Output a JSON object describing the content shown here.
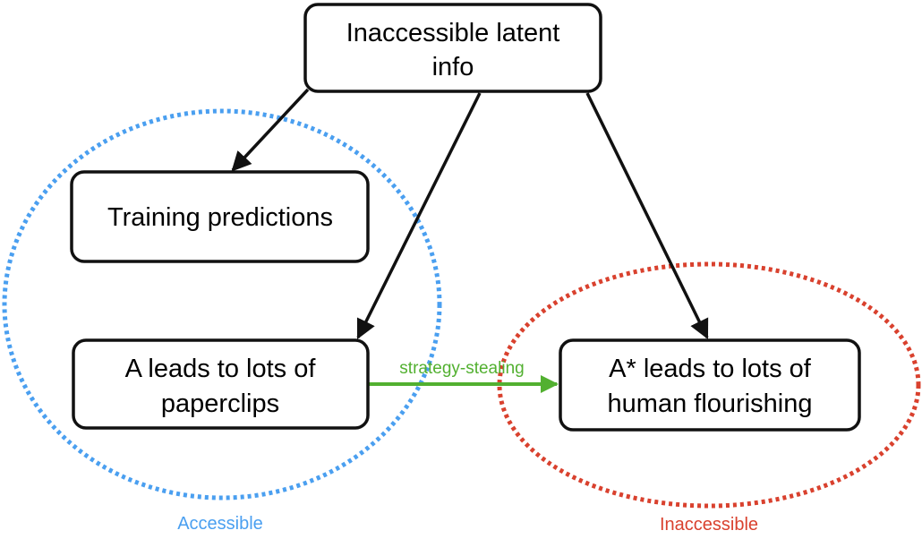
{
  "nodes": {
    "latent": {
      "line1": "Inaccessible latent",
      "line2": "info"
    },
    "training": {
      "line1": "Training predictions"
    },
    "paperclips": {
      "line1": "A leads to lots of",
      "line2": "paperclips"
    },
    "flourishing": {
      "line1": "A* leads to lots of",
      "line2": "human flourishing"
    }
  },
  "regions": {
    "accessible": {
      "label": "Accessible",
      "color": "#4a9ff0"
    },
    "inaccessible": {
      "label": "Inaccessible",
      "color": "#d9412e"
    }
  },
  "edges": {
    "strategy_stealing": {
      "label": "strategy-stealing",
      "color": "#52b030"
    }
  },
  "colors": {
    "box_stroke": "#111111",
    "arrow": "#111111"
  }
}
